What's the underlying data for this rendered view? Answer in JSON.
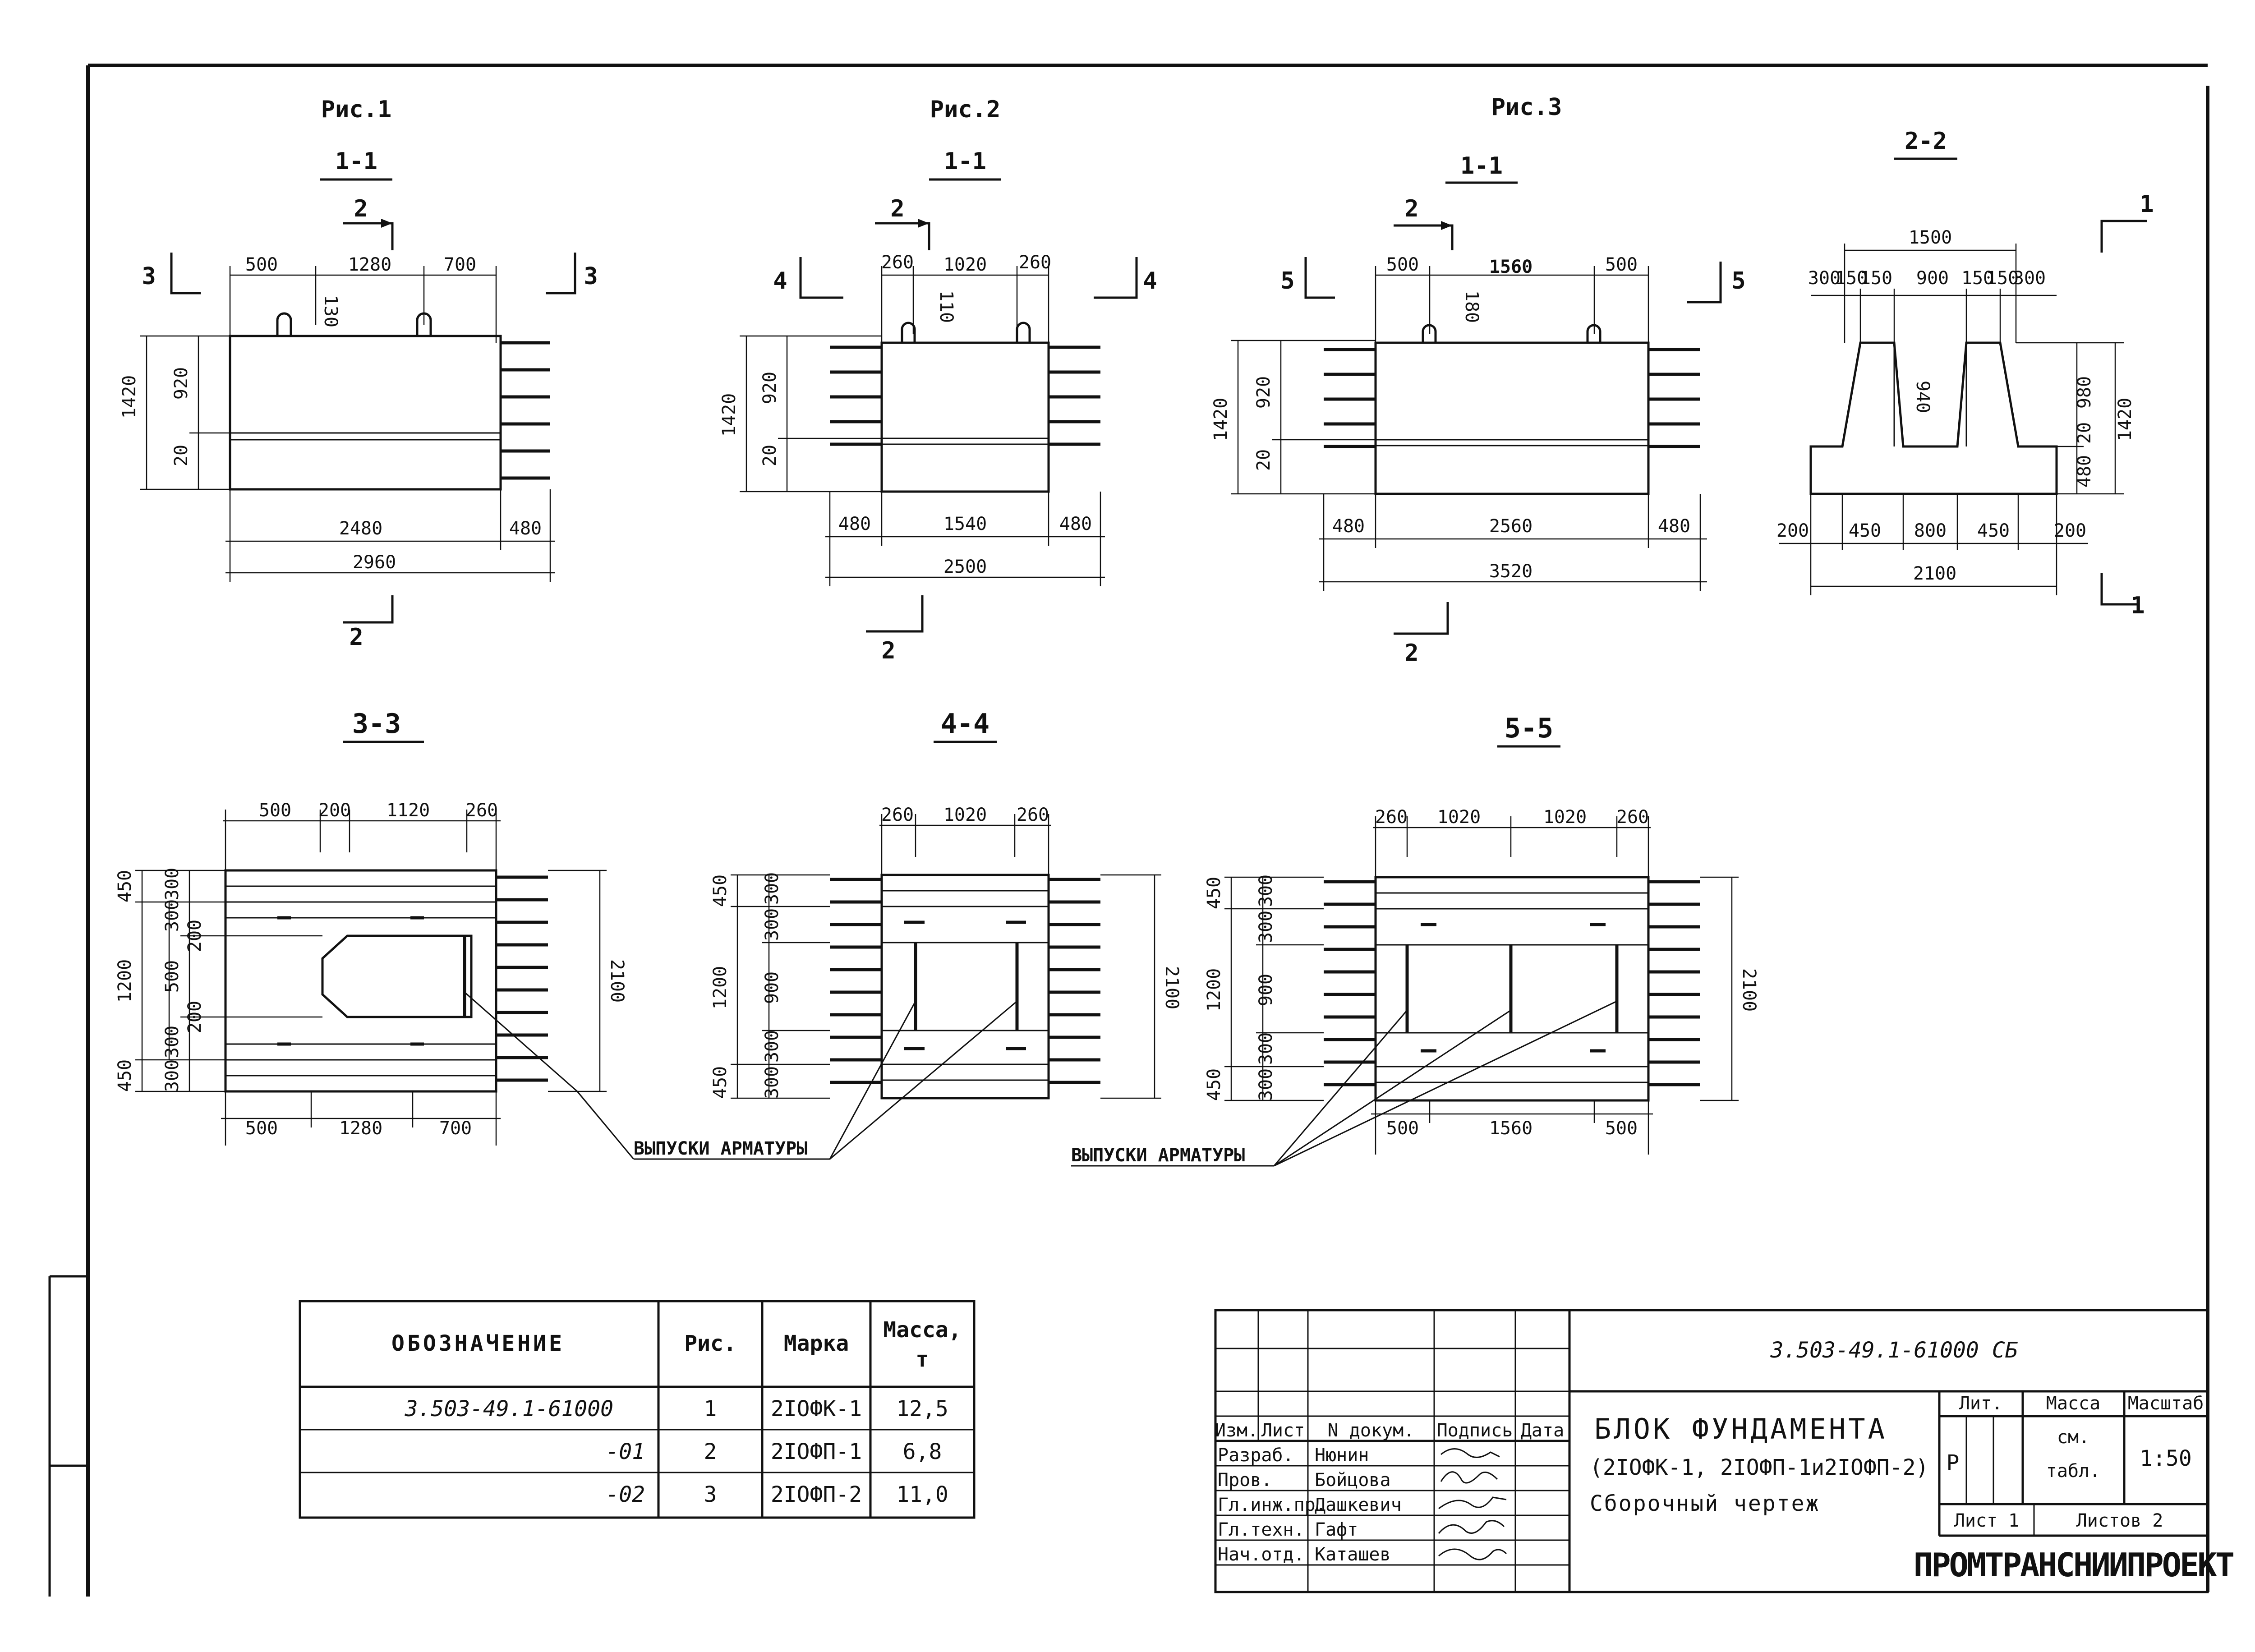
{
  "figures": [
    {
      "label": "Рис.1",
      "section": "1-1",
      "cut_top": "2",
      "cut_bottom": "2",
      "side_left": "3",
      "side_right": "3",
      "dims_top": [
        "500",
        "1280",
        "700"
      ],
      "dim_loop": "130",
      "dims_left": [
        "1420",
        "920",
        "20"
      ],
      "dims_bottom": [
        "2480",
        "480"
      ],
      "dim_total": "2960"
    },
    {
      "label": "Рис.2",
      "section": "1-1",
      "cut_top": "2",
      "cut_bottom": "2",
      "side_left": "4",
      "side_right": "4",
      "dims_top": [
        "260",
        "1020",
        "260"
      ],
      "dim_loop": "110",
      "dims_left": [
        "1420",
        "920",
        "20"
      ],
      "dims_bottom": [
        "480",
        "1540",
        "480"
      ],
      "dim_total": "2500"
    },
    {
      "label": "Рис.3",
      "section": "1-1",
      "cut_top": "2",
      "cut_bottom": "2",
      "side_left": "5",
      "side_right": "5",
      "dims_top": [
        "500",
        "1560",
        "500"
      ],
      "dim_loop": "180",
      "dims_left": [
        "1420",
        "920",
        "20"
      ],
      "dims_bottom": [
        "480",
        "2560",
        "480"
      ],
      "dim_total": "3520"
    }
  ],
  "section22": {
    "title": "2-2",
    "cut": "1",
    "top_total": "1500",
    "top_dims": [
      "300",
      "150",
      "150",
      "900",
      "150",
      "150",
      "300"
    ],
    "inner_h": "940",
    "right_dims": [
      "980",
      "20",
      "480"
    ],
    "right_total": "1420",
    "bottom_dims": [
      "200",
      "450",
      "800",
      "450",
      "200"
    ],
    "bottom_total": "2100"
  },
  "plans": [
    {
      "title": "3-3",
      "top_dims": [
        "500",
        "200",
        "1120",
        "260"
      ],
      "left_dims": [
        "450",
        "300",
        "300",
        "200",
        "500",
        "200",
        "300",
        "300",
        "450"
      ],
      "left_total": "1200",
      "right_total": "2100",
      "bottom_dims": [
        "500",
        "1280",
        "700"
      ]
    },
    {
      "title": "4-4",
      "top_dims": [
        "260",
        "1020",
        "260"
      ],
      "left_dims": [
        "450",
        "300",
        "300",
        "900",
        "300",
        "300",
        "450"
      ],
      "left_total": "1200",
      "right_total": "2100"
    },
    {
      "title": "5-5",
      "top_dims": [
        "260",
        "1020",
        "1020",
        "260"
      ],
      "left_dims": [
        "450",
        "300",
        "300",
        "900",
        "300",
        "300",
        "450"
      ],
      "left_total": "1200",
      "right_total": "2100",
      "bottom_dims": [
        "500",
        "1560",
        "500"
      ]
    }
  ],
  "callouts": [
    "ВЫПУСКИ АРМАТУРЫ",
    "ВЫПУСКИ АРМАТУРЫ"
  ],
  "spec_table": {
    "headers": [
      "ОБОЗНАЧЕНИЕ",
      "Рис.",
      "Марка",
      "Масса,",
      "т"
    ],
    "rows": [
      [
        "3.503-49.1-61000",
        "1",
        "2ІОФК-1",
        "12,5"
      ],
      [
        "-01",
        "2",
        "2ІОФП-1",
        "6,8"
      ],
      [
        "-02",
        "3",
        "2ІОФП-2",
        "11,0"
      ]
    ]
  },
  "title_block": {
    "doc_code": "3.503-49.1-61000 СБ",
    "title_line1": "БЛОК ФУНДАМЕНТА",
    "title_line2": "(2ІОФК-1, 2ІОФП-1и2ІОФП-2)",
    "title_line3": "Сборочный чертеж",
    "col_headers": [
      "Изм.",
      "Лист",
      "N докум.",
      "Подпись",
      "Дата"
    ],
    "roles": [
      "Разраб.",
      "Пров.",
      "Гл.инж.пр.",
      "Гл.техн.",
      "Нач.отд."
    ],
    "names": [
      "Нюнин",
      "Бойцова",
      "Дашкевич",
      "Гафт",
      "Каташев"
    ],
    "lit_header": "Лит.",
    "mass_header": "Масса",
    "scale_header": "Масштаб",
    "lit_value": "Р",
    "mass_value_1": "см.",
    "mass_value_2": "табл.",
    "scale_value": "1:50",
    "sheet": "Лист 1",
    "sheets": "Листов 2",
    "org": "ПРОМТРАНСНИИПРОЕКТ"
  }
}
